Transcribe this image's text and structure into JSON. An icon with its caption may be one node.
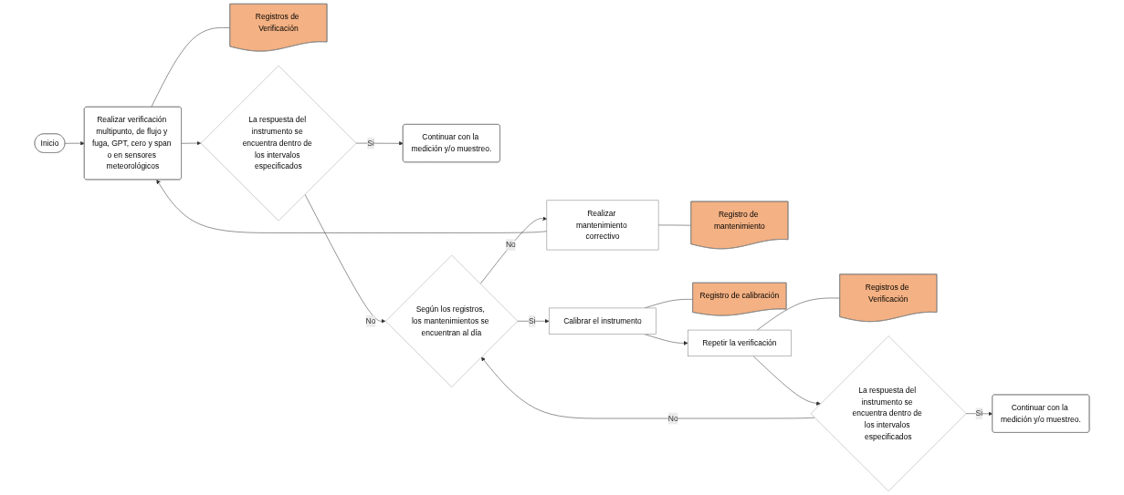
{
  "diagram": {
    "nodes": [
      {
        "text": [
          "Inicio"
        ]
      },
      {
        "text": [
          "Realizar verificación multipunto, de flujo y fuga, GPT, cero y span o en sensores meteorológicos"
        ]
      },
      {
        "text": [
          "Registros de Verificación"
        ]
      },
      {
        "text": [
          "La respuesta del instrumento se encuentra dentro de los intervalos especificados"
        ]
      },
      {
        "text": [
          "Continuar con la medición y/o muestreo."
        ]
      },
      {
        "text": [
          "Según los registros, los mantenimientos se encuentran al día"
        ]
      },
      {
        "text": [
          "Realizar mantenimiento correctivo"
        ]
      },
      {
        "text": [
          "Registro de mantenimiento"
        ]
      },
      {
        "text": [
          "Calibrar el instrumento"
        ]
      },
      {
        "text": [
          "Registro de calibración"
        ]
      },
      {
        "text": [
          "Repetir la verificación"
        ]
      },
      {
        "text": [
          "Registros de Verificación"
        ]
      },
      {
        "text": [
          "La respuesta del instrumento se encuentra dentro de los intervalos especificados"
        ]
      },
      {
        "text": [
          "Continuar con la medición y/o muestreo."
        ]
      }
    ],
    "edges": [
      {
        "from": 0,
        "to": 1,
        "arrow": "to"
      },
      {
        "from": 1,
        "to": 2,
        "arrow": "none"
      },
      {
        "from": 1,
        "to": 3,
        "arrow": "to"
      },
      {
        "from": 3,
        "to": 4,
        "label": "Si",
        "arrow": "to"
      },
      {
        "from": 3,
        "to": 5,
        "label": "No",
        "arrow": "to"
      },
      {
        "from": 5,
        "to": 6,
        "label": "No",
        "arrow": "to"
      },
      {
        "from": 6,
        "to": 1,
        "arrow": "to"
      },
      {
        "from": 6,
        "to": 7,
        "arrow": "none"
      },
      {
        "from": 5,
        "to": 8,
        "label": "Si",
        "arrow": "to"
      },
      {
        "from": 8,
        "to": 9,
        "arrow": "none"
      },
      {
        "from": 8,
        "to": 10,
        "arrow": "to"
      },
      {
        "from": 10,
        "to": 11,
        "arrow": "none"
      },
      {
        "from": 10,
        "to": 12,
        "arrow": "to"
      },
      {
        "from": 12,
        "to": 13,
        "label": "Si",
        "arrow": "to"
      },
      {
        "from": 12,
        "to": 5,
        "label": "No",
        "arrow": "to"
      }
    ]
  }
}
